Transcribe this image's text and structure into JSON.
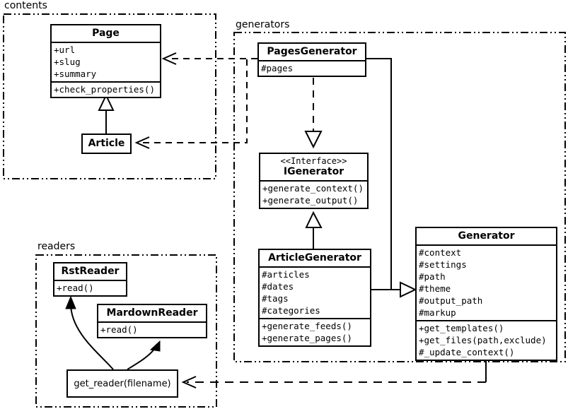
{
  "diagram": {
    "title": "UML class diagram",
    "stroke_color": "#000000",
    "background_color": "#ffffff"
  },
  "packages": [
    {
      "name": "contents",
      "label": "contents"
    },
    {
      "name": "generators",
      "label": "generators"
    },
    {
      "name": "readers",
      "label": "readers"
    }
  ],
  "classes": {
    "page": {
      "name": "Page",
      "attributes": [
        "+url",
        "+slug",
        "+summary"
      ],
      "methods": [
        "+check_properties()"
      ]
    },
    "article": {
      "name": "Article",
      "attributes": [],
      "methods": []
    },
    "pages_generator": {
      "name": "PagesGenerator",
      "attributes": [
        "#pages"
      ],
      "methods": []
    },
    "igenerator": {
      "stereotype": "<<Interface>>",
      "name": "IGenerator",
      "attributes": [],
      "methods": [
        "+generate_context()",
        "+generate_output()"
      ]
    },
    "article_generator": {
      "name": "ArticleGenerator",
      "attributes": [
        "#articles",
        "#dates",
        "#tags",
        "#categories"
      ],
      "methods": [
        "+generate_feeds()",
        "+generate_pages()"
      ]
    },
    "generator": {
      "name": "Generator",
      "attributes": [
        "#context",
        "#settings",
        "#path",
        "#theme",
        "#output_path",
        "#markup"
      ],
      "methods": [
        "+get_templates()",
        "+get_files(path,exclude)",
        "#_update_context()"
      ]
    },
    "rst_reader": {
      "name": "RstReader",
      "attributes": [],
      "methods": [
        "+read()"
      ]
    },
    "mardown_reader": {
      "name": "MardownReader",
      "attributes": [],
      "methods": [
        "+read()"
      ]
    },
    "get_reader": {
      "name": "get_reader(filename)"
    }
  },
  "relations": [
    {
      "name": "article-inherits-page",
      "type": "generalization",
      "from": "Article",
      "to": "Page"
    },
    {
      "name": "pagesgenerator-depends-page",
      "type": "dependency",
      "from": "PagesGenerator",
      "to": "Page"
    },
    {
      "name": "pagesgenerator-depends-article",
      "type": "dependency",
      "from": "PagesGenerator",
      "to": "Article"
    },
    {
      "name": "pagesgenerator-realizes-igenerator",
      "type": "realization",
      "from": "PagesGenerator",
      "to": "IGenerator"
    },
    {
      "name": "articlegenerator-realizes-igenerator",
      "type": "realization",
      "from": "ArticleGenerator",
      "to": "IGenerator"
    },
    {
      "name": "pagesgenerator-inherits-generator",
      "type": "generalization",
      "from": "PagesGenerator",
      "to": "Generator"
    },
    {
      "name": "articlegenerator-inherits-generator",
      "type": "generalization",
      "from": "ArticleGenerator",
      "to": "Generator"
    },
    {
      "name": "generator-depends-get-reader",
      "type": "dependency",
      "from": "Generator",
      "to": "get_reader(filename)"
    },
    {
      "name": "get-reader-returns-rstreader",
      "type": "association",
      "from": "get_reader(filename)",
      "to": "RstReader"
    },
    {
      "name": "get-reader-returns-mardownreader",
      "type": "association",
      "from": "get_reader(filename)",
      "to": "MardownReader"
    }
  ]
}
